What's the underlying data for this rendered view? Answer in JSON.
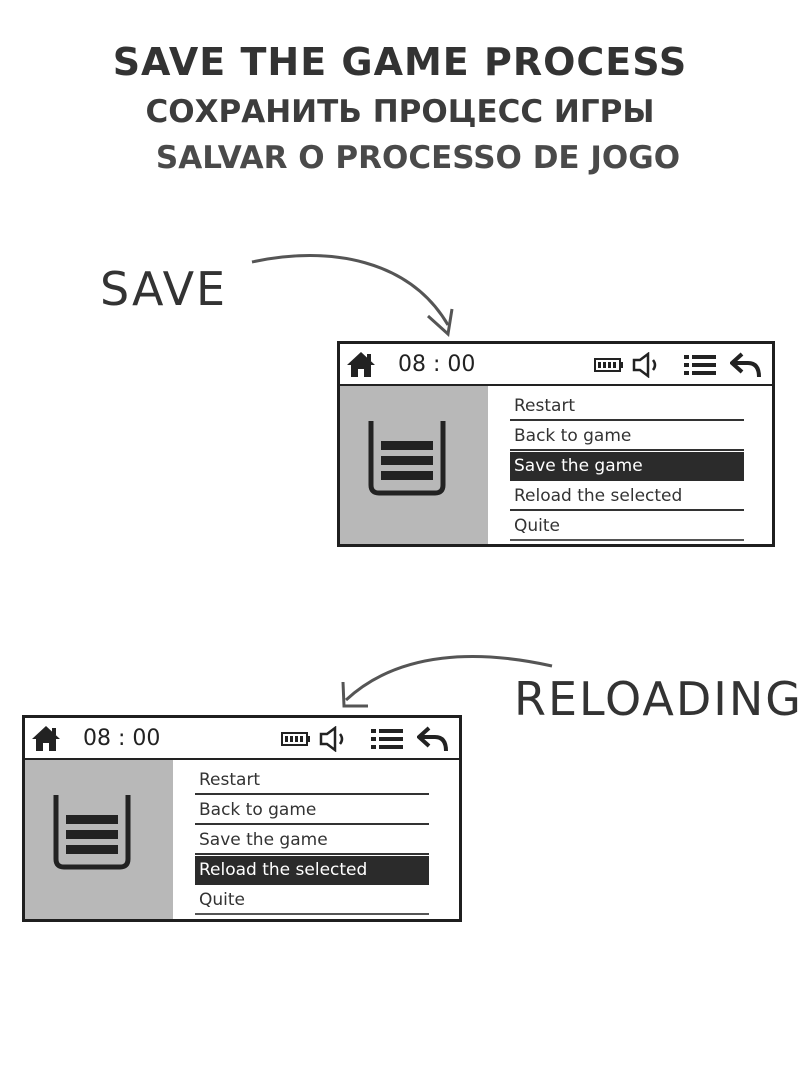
{
  "headings": {
    "en": "SAVE THE GAME PROCESS",
    "ru": "СОХРАНИТЬ ПРОЦЕСС ИГРЫ",
    "pt": "SALVAR O PROCESSO DE JOGO"
  },
  "captions": {
    "save": "SAVE",
    "reload": "RELOADING"
  },
  "screens": [
    {
      "time": "08 : 00",
      "menu": [
        "Restart",
        "Back to game",
        "Save the game",
        "Reload the selected",
        "Quite"
      ],
      "selected": "Save the game"
    },
    {
      "time": "08 : 00",
      "menu": [
        "Restart",
        "Back to game",
        "Save the game",
        "Reload the selected",
        "Quite"
      ],
      "selected": "Reload the selected"
    }
  ],
  "icons": {
    "home": "home-icon",
    "battery": "battery-icon",
    "speaker": "speaker-icon",
    "menu": "menu-icon",
    "back": "back-arrow-icon",
    "game": "game-list-icon"
  },
  "colors": {
    "panel": "#b8b8b8",
    "selected": "#2b2b2b",
    "border": "#1f1f1f"
  }
}
